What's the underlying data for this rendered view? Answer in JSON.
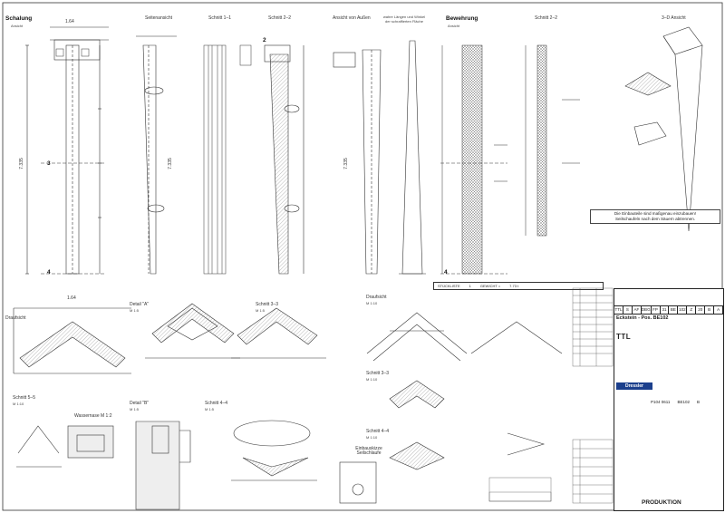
{
  "headers": {
    "schalung": "Schalung",
    "ansicht_left": "Ansicht",
    "seitenansicht": "Seitenansicht",
    "schnitt_1_1": "Schnitt 1–1",
    "schnitt_2_2": "Schnitt 2–2",
    "ansicht_von_aussen": "Ansicht von Außen",
    "wahre_laengen": "wahre Längen und Winkel der schraffierten Fläche",
    "bewehrung": "Bewehrung",
    "ansicht_right": "Ansicht",
    "schnitt_2_2_right": "Schnitt 2–2",
    "ansicht_3d": "3–D Ansicht"
  },
  "dims": {
    "d164_a": "1.64",
    "d7335": "7.335",
    "d7335_b": "7.335",
    "d7335_c": "7.335",
    "d164_b": "1.64"
  },
  "markers": {
    "m3": "3",
    "m4": "4",
    "m4b": "4",
    "m2": "2"
  },
  "details": {
    "draufsicht": "Draufsicht",
    "detail_a": "Detail \"A\"",
    "detail_a_scale": "M 1:5",
    "schnitt_3_3": "Schnitt 3–3",
    "schnitt_3_3_scale": "M 1:5",
    "schnitt_5_5": "Schnitt 5–5",
    "schnitt_5_5_scale": "M 1:10",
    "wassernase": "Wassernase M 1:2",
    "detail_b": "Detail \"B\"",
    "detail_b_scale": "M 1:5",
    "schnitt_4_4": "Schnitt 4–4",
    "schnitt_4_4_scale": "M 1:5",
    "einbauskizze": "Einbauskizze Seilschlaufe",
    "draufsicht_right": "Draufsicht",
    "draufsicht_right_scale": "M 1:10",
    "schnitt_3_3_right": "Schnitt 3–3",
    "schnitt_3_3_right_scale": "M 1:10",
    "schnitt_4_4_right": "Schnitt 4–4",
    "schnitt_4_4_right_scale": "M 1:10"
  },
  "note": {
    "line1": "Die Einbauteile sind maßgenau einzubauen!",
    "line2": "Seilschaufeln nach dem Säuern abtrennen."
  },
  "stueckliste": {
    "label": "STÜCKLISTE",
    "count": "1",
    "gewicht_label": "GEWICHT =",
    "gewicht_value": "7.73 t"
  },
  "title_block": {
    "cells": [
      "TTL",
      "S",
      "AF",
      "DBG",
      "FP",
      "31",
      "BE",
      "102",
      "Z",
      "20",
      "B",
      "A"
    ],
    "ref": "Eckstein - Pos. BE102",
    "company": "TTL",
    "logo": "Dressler",
    "nums": [
      "P104 0611",
      "BE102",
      "B"
    ],
    "produktion": "PRODUKTION"
  },
  "colors": {
    "line": "#333333",
    "hatch": "#888888",
    "logo_blue": "#1b3f8c"
  }
}
